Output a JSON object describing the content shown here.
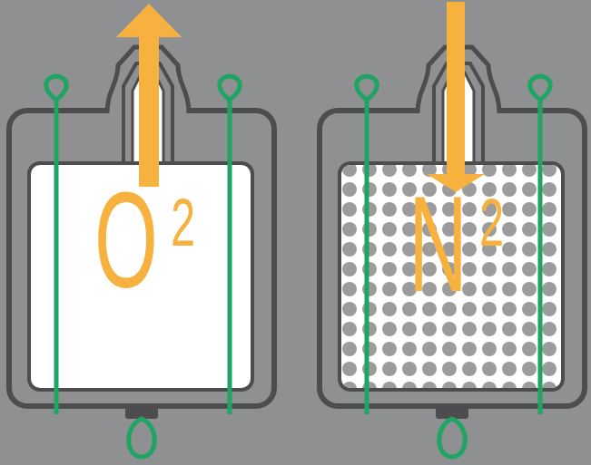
{
  "diagram": {
    "nodes": [
      {
        "text": [
          "O",
          "2"
        ]
      },
      {
        "text": [
          "N",
          "2"
        ]
      }
    ]
  }
}
